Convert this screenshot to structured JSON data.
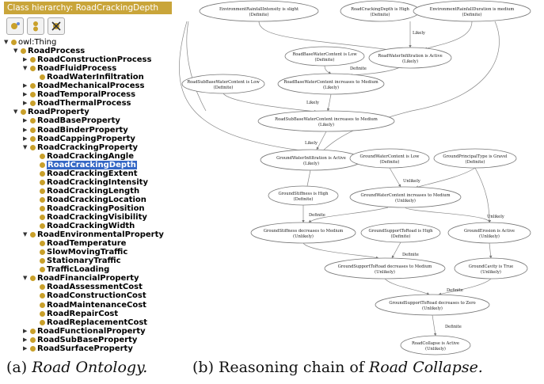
{
  "ontology": {
    "header": "Class hierarchy: RoadCrackingDepth",
    "toolbar": [
      "add-subclass-icon",
      "add-sibling-icon",
      "delete-class-icon"
    ],
    "accent_color": "#c9a53a",
    "tree": [
      {
        "label": "owl:Thing",
        "depth": 0,
        "bold": false,
        "expanded": true
      },
      {
        "label": "RoadProcess",
        "depth": 1,
        "bold": true,
        "expanded": true
      },
      {
        "label": "RoadConstructionProcess",
        "depth": 2,
        "bold": true,
        "expanded": false
      },
      {
        "label": "RoadFluidProcess",
        "depth": 2,
        "bold": true,
        "expanded": true
      },
      {
        "label": "RoadWaterInfiltration",
        "depth": 3,
        "bold": true
      },
      {
        "label": "RoadMechanicalProcess",
        "depth": 2,
        "bold": true,
        "expanded": false
      },
      {
        "label": "RoadTemporalProcess",
        "depth": 2,
        "bold": true,
        "expanded": false
      },
      {
        "label": "RoadThermalProcess",
        "depth": 2,
        "bold": true,
        "expanded": false
      },
      {
        "label": "RoadProperty",
        "depth": 1,
        "bold": true,
        "expanded": true
      },
      {
        "label": "RoadBaseProperty",
        "depth": 2,
        "bold": true,
        "expanded": false
      },
      {
        "label": "RoadBinderProperty",
        "depth": 2,
        "bold": true,
        "expanded": false
      },
      {
        "label": "RoadCappingProperty",
        "depth": 2,
        "bold": true,
        "expanded": false
      },
      {
        "label": "RoadCrackingProperty",
        "depth": 2,
        "bold": true,
        "expanded": true
      },
      {
        "label": "RoadCrackingAngle",
        "depth": 3,
        "bold": true
      },
      {
        "label": "RoadCrackingDepth",
        "depth": 3,
        "bold": true,
        "selected": true
      },
      {
        "label": "RoadCrackingExtent",
        "depth": 3,
        "bold": true
      },
      {
        "label": "RoadCrackingIntensity",
        "depth": 3,
        "bold": true
      },
      {
        "label": "RoadCrackingLength",
        "depth": 3,
        "bold": true
      },
      {
        "label": "RoadCrackingLocation",
        "depth": 3,
        "bold": true
      },
      {
        "label": "RoadCrackingPosition",
        "depth": 3,
        "bold": true
      },
      {
        "label": "RoadCrackingVisibility",
        "depth": 3,
        "bold": true
      },
      {
        "label": "RoadCrackingWidth",
        "depth": 3,
        "bold": true
      },
      {
        "label": "RoadEnvironmentalProperty",
        "depth": 2,
        "bold": true,
        "expanded": true
      },
      {
        "label": "RoadTemperature",
        "depth": 3,
        "bold": true
      },
      {
        "label": "SlowMovingTraffic",
        "depth": 3,
        "bold": true
      },
      {
        "label": "StationaryTraffic",
        "depth": 3,
        "bold": true
      },
      {
        "label": "TrafficLoading",
        "depth": 3,
        "bold": true
      },
      {
        "label": "RoadFinancialProperty",
        "depth": 2,
        "bold": true,
        "expanded": true
      },
      {
        "label": "RoadAssessmentCost",
        "depth": 3,
        "bold": true
      },
      {
        "label": "RoadConstructionCost",
        "depth": 3,
        "bold": true
      },
      {
        "label": "RoadMaintenanceCost",
        "depth": 3,
        "bold": true
      },
      {
        "label": "RoadRepairCost",
        "depth": 3,
        "bold": true
      },
      {
        "label": "RoadReplacementCost",
        "depth": 3,
        "bold": true
      },
      {
        "label": "RoadFunctionalProperty",
        "depth": 2,
        "bold": true,
        "expanded": false
      },
      {
        "label": "RoadSubBaseProperty",
        "depth": 2,
        "bold": true,
        "expanded": false
      },
      {
        "label": "RoadSurfaceProperty",
        "depth": 2,
        "bold": true,
        "expanded": false
      }
    ]
  },
  "diagram": {
    "colors": {
      "green": "#a4f0a4",
      "orange": "#f08c12",
      "red": "#ee0f0f",
      "white": "#ffffff"
    },
    "nodes": [
      {
        "id": "n1",
        "line1": "EnvironmentRainfallIntensity is slight",
        "line2": "(Definite)",
        "fill": "green"
      },
      {
        "id": "n2",
        "line1": "RoadCrackingDepth is High",
        "line2": "(Definite)",
        "fill": "green"
      },
      {
        "id": "n3",
        "line1": "EnvironmentRainfallDuration is medium",
        "line2": "(Definite)",
        "fill": "green"
      },
      {
        "id": "n4",
        "line1": "RoadBaseWaterContent is Low",
        "line2": "(Definite)",
        "fill": "orange"
      },
      {
        "id": "n5",
        "line1": "RoadWaterInfiltration is Active",
        "line2": "(Likely)",
        "fill": "white"
      },
      {
        "id": "n6",
        "line1": "RoadSubBaseWaterContent is Low",
        "line2": "(Definite)",
        "fill": "orange"
      },
      {
        "id": "n7",
        "line1": "RoadBaseWaterContent increases to Medium",
        "line2": "(Likely)",
        "fill": "white"
      },
      {
        "id": "n8",
        "line1": "RoadSubBaseWaterContent increases to Medium",
        "line2": "(Likely)",
        "fill": "white"
      },
      {
        "id": "n9",
        "line1": "GroundWaterInfiltration is Active",
        "line2": "(Likely)",
        "fill": "white"
      },
      {
        "id": "n10",
        "line1": "GroundWaterContent is Low",
        "line2": "(Definite)",
        "fill": "orange"
      },
      {
        "id": "n11",
        "line1": "GroundPrincipalType is Gravel",
        "line2": "(Definite)",
        "fill": "orange"
      },
      {
        "id": "n12",
        "line1": "GroundStiffness is High",
        "line2": "(Definite)",
        "fill": "orange"
      },
      {
        "id": "n13",
        "line1": "GroundWaterContent increases to Medium",
        "line2": "(Unlikely)",
        "fill": "white"
      },
      {
        "id": "n14",
        "line1": "GroundStiffness decreases to Medium",
        "line2": "(Unlikely)",
        "fill": "white"
      },
      {
        "id": "n15",
        "line1": "GroundSupportToRoad is High",
        "line2": "(Definite)",
        "fill": "orange"
      },
      {
        "id": "n16",
        "line1": "GroundErosion is Active",
        "line2": "(Unlikely)",
        "fill": "white"
      },
      {
        "id": "n17",
        "line1": "GroundSupportToRoad decreases to Medium",
        "line2": "(Unlikely)",
        "fill": "white"
      },
      {
        "id": "n18",
        "line1": "GroundCavity is True",
        "line2": "(Unlikely)",
        "fill": "white"
      },
      {
        "id": "n19",
        "line1": "GroundSupportToRoad decreases to Zero",
        "line2": "(Unlikely)",
        "fill": "white"
      },
      {
        "id": "n20",
        "line1": "RoadCollapse is Active",
        "line2": "(Unlikely)",
        "fill": "red"
      }
    ],
    "edge_labels": [
      {
        "id": "e1",
        "text": "Likely"
      },
      {
        "id": "e2",
        "text": "Definite"
      },
      {
        "id": "e3",
        "text": "Likely"
      },
      {
        "id": "e4",
        "text": "Likely"
      },
      {
        "id": "e5",
        "text": "Unlikely"
      },
      {
        "id": "e6",
        "text": "Definite"
      },
      {
        "id": "e7",
        "text": "Unlikely"
      },
      {
        "id": "e8",
        "text": "Definite"
      },
      {
        "id": "e9",
        "text": "Definite"
      },
      {
        "id": "e10",
        "text": "Definite"
      }
    ]
  },
  "captions": {
    "a_prefix": "(a) ",
    "a_italic": "Road Ontology.",
    "b_prefix": "(b) Reasoning chain of ",
    "b_italic": "Road Collapse.",
    "b_suffix": ""
  }
}
